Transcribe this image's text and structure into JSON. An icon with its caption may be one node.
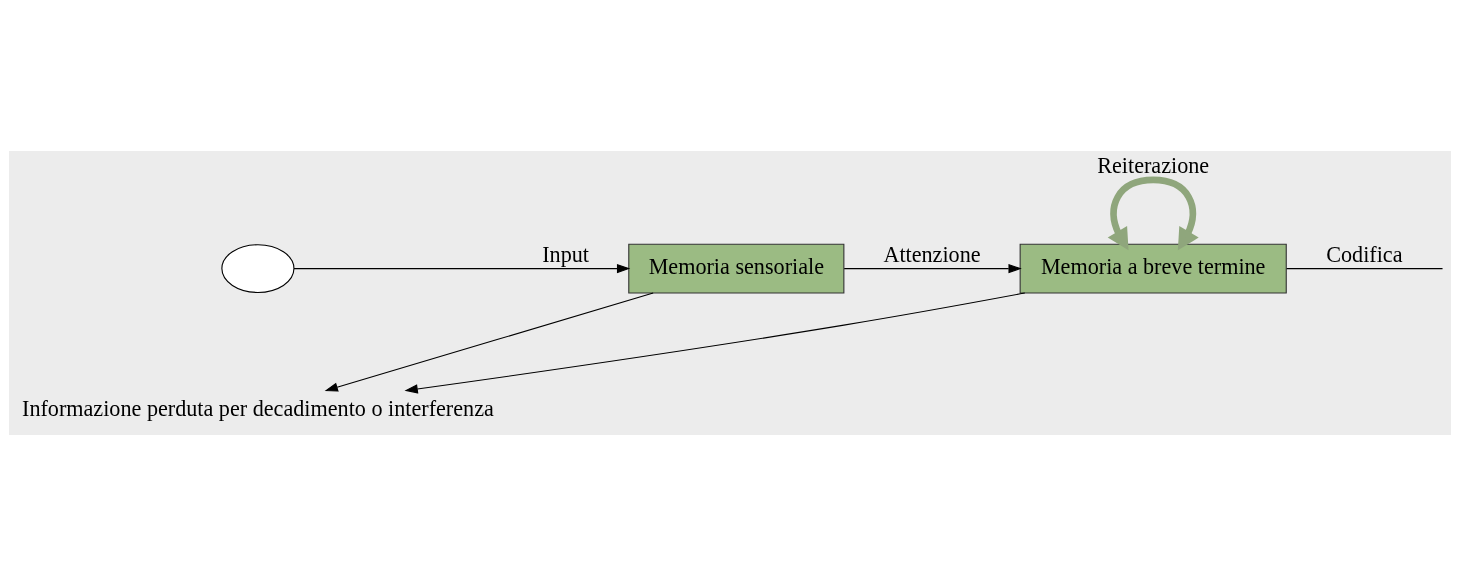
{
  "diagram": {
    "nodes": [
      {
        "text": [],
        "shape": "circle"
      },
      {
        "text": [
          "Memoria sensoriale"
        ]
      },
      {
        "text": [
          "Memoria a breve termine"
        ]
      },
      {
        "text": [
          "Informazione perduta per decadimento o interferenza"
        ]
      }
    ],
    "edges": [
      {
        "from": 0,
        "to": 1,
        "arrow": "to",
        "label": "Input"
      },
      {
        "from": 1,
        "to": 2,
        "arrow": "to",
        "label": "Attenzione"
      },
      {
        "from": 2,
        "to": null,
        "arrow": "none",
        "label": "Codifica"
      },
      {
        "from": 2,
        "to": 2,
        "arrow": "both",
        "label": "Reiterazione",
        "style": "thick",
        "color": "#8fa67c"
      },
      {
        "from": 1,
        "to": 3,
        "arrow": "to"
      },
      {
        "from": 2,
        "to": 3,
        "arrow": "to"
      }
    ]
  }
}
